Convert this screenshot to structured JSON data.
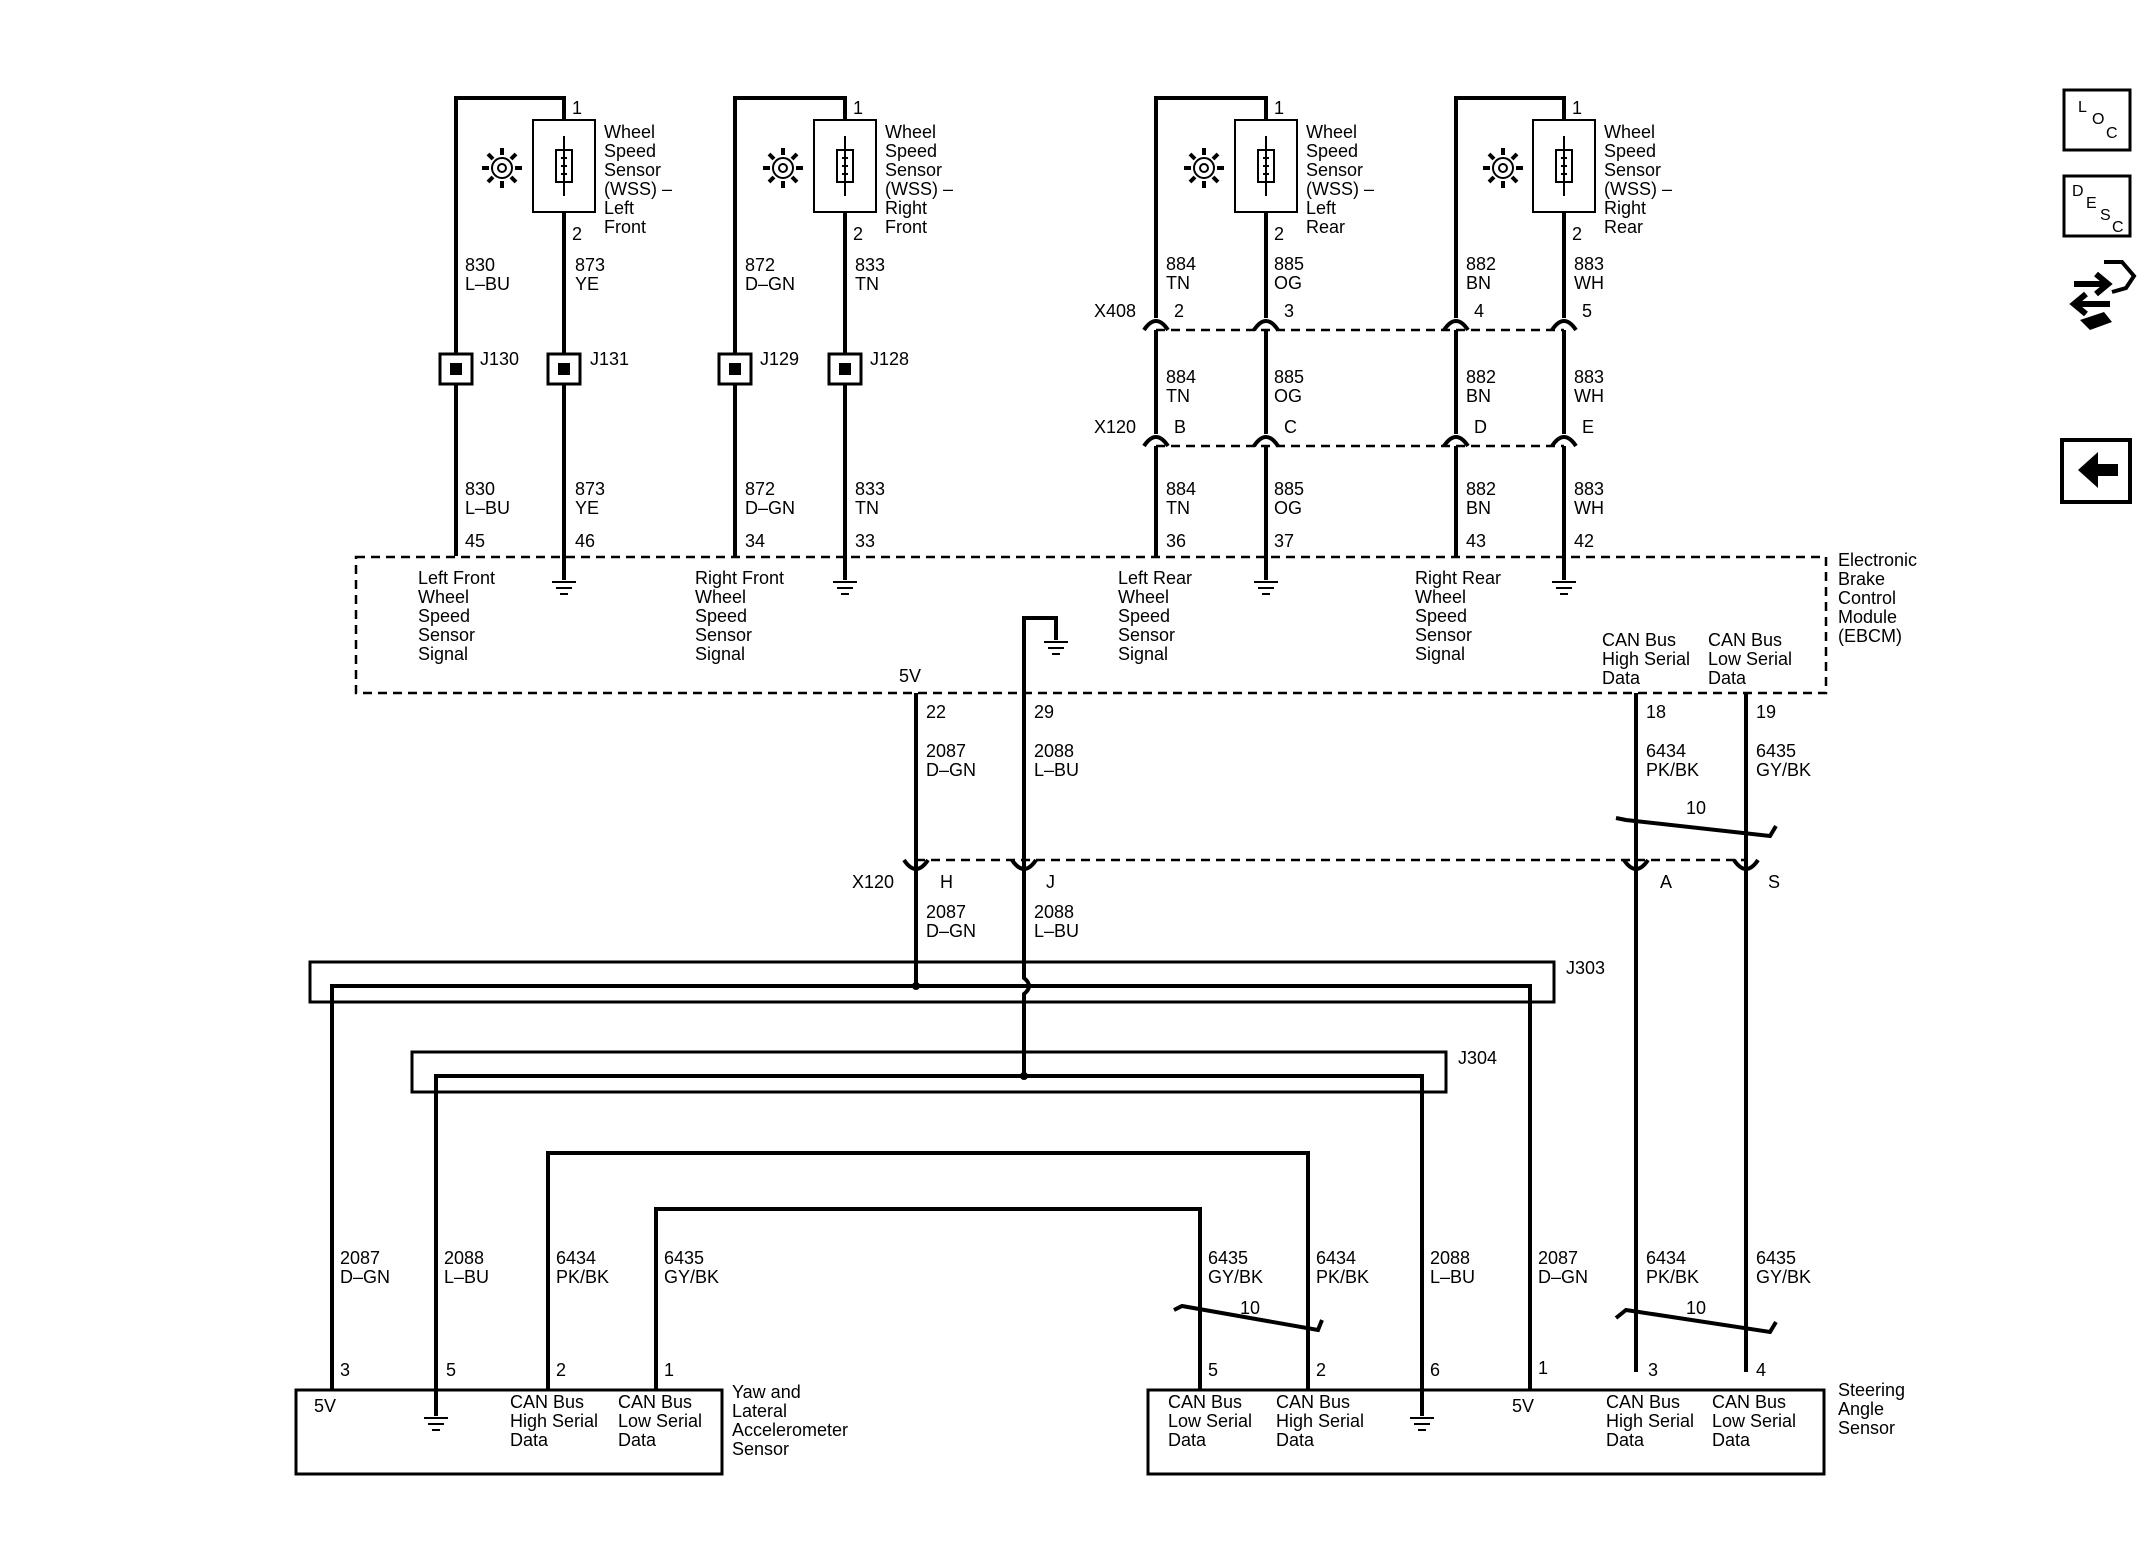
{
  "sensors": [
    {
      "name": "Wheel Speed Sensor (WSS) – Left Front",
      "lines": [
        "Wheel",
        "Speed",
        "Sensor",
        "(WSS) –",
        "Left",
        "Front"
      ],
      "pin_top": "1",
      "pin_bot": "2"
    },
    {
      "name": "Wheel Speed Sensor (WSS) – Right Front",
      "lines": [
        "Wheel",
        "Speed",
        "Sensor",
        "(WSS) –",
        "Right",
        "Front"
      ],
      "pin_top": "1",
      "pin_bot": "2"
    },
    {
      "name": "Wheel Speed Sensor (WSS) – Left Rear",
      "lines": [
        "Wheel",
        "Speed",
        "Sensor",
        "(WSS) –",
        "Left",
        "Rear"
      ],
      "pin_top": "1",
      "pin_bot": "2"
    },
    {
      "name": "Wheel Speed Sensor (WSS) – Right Rear",
      "lines": [
        "Wheel",
        "Speed",
        "Sensor",
        "(WSS) –",
        "Right",
        "Rear"
      ],
      "pin_top": "1",
      "pin_bot": "2"
    }
  ],
  "wheel_wires": [
    {
      "upper_circuit": "830",
      "upper_color": "L–BU",
      "splice": "J130",
      "lower_circuit": "830",
      "lower_color": "L–BU",
      "ebcm_pin": "45"
    },
    {
      "upper_circuit": "873",
      "upper_color": "YE",
      "splice": "J131",
      "lower_circuit": "873",
      "lower_color": "YE",
      "ebcm_pin": "46"
    },
    {
      "upper_circuit": "872",
      "upper_color": "D–GN",
      "splice": "J129",
      "lower_circuit": "872",
      "lower_color": "D–GN",
      "ebcm_pin": "34"
    },
    {
      "upper_circuit": "833",
      "upper_color": "TN",
      "splice": "J128",
      "lower_circuit": "833",
      "lower_color": "TN",
      "ebcm_pin": "33"
    }
  ],
  "rear_wires": [
    {
      "circuit": "884",
      "color": "TN",
      "x408_pin": "2",
      "x120_pin": "B",
      "ebcm_pin": "36"
    },
    {
      "circuit": "885",
      "color": "OG",
      "x408_pin": "3",
      "x120_pin": "C",
      "ebcm_pin": "37"
    },
    {
      "circuit": "882",
      "color": "BN",
      "x408_pin": "4",
      "x120_pin": "D",
      "ebcm_pin": "43"
    },
    {
      "circuit": "883",
      "color": "WH",
      "x408_pin": "5",
      "x120_pin": "E",
      "ebcm_pin": "42"
    }
  ],
  "connectors": {
    "x408": "X408",
    "x120": "X120"
  },
  "ebcm": {
    "title_lines": [
      "Electronic",
      "Brake",
      "Control",
      "Module",
      "(EBCM)"
    ],
    "lf_lines": [
      "Left Front",
      "Wheel",
      "Speed",
      "Sensor",
      "Signal"
    ],
    "rf_lines": [
      "Right Front",
      "Wheel",
      "Speed",
      "Sensor",
      "Signal"
    ],
    "lr_lines": [
      "Left Rear",
      "Wheel",
      "Speed",
      "Sensor",
      "Signal"
    ],
    "rr_lines": [
      "Right Rear",
      "Wheel",
      "Speed",
      "Sensor",
      "Signal"
    ],
    "can_hi_lines": [
      "CAN Bus",
      "High Serial",
      "Data"
    ],
    "can_lo_lines": [
      "CAN Bus",
      "Low Serial",
      "Data"
    ],
    "v5": "5V"
  },
  "mid_wires": [
    {
      "circuit": "2087",
      "color": "D–GN",
      "ebcm_pin": "22",
      "x120_pin": "H"
    },
    {
      "circuit": "2088",
      "color": "L–BU",
      "ebcm_pin": "29",
      "x120_pin": "J"
    },
    {
      "circuit": "6434",
      "color": "PK/BK",
      "ebcm_pin": "18",
      "x120_pin": "A"
    },
    {
      "circuit": "6435",
      "color": "GY/BK",
      "ebcm_pin": "19",
      "x120_pin": "S"
    }
  ],
  "twist_label": "10",
  "splices": {
    "j303": "J303",
    "j304": "J304"
  },
  "yaw_sensor": {
    "title_lines": [
      "Yaw and",
      "Lateral",
      "Accelerometer",
      "Sensor"
    ],
    "v5": "5V",
    "can_hi_lines": [
      "CAN Bus",
      "High Serial",
      "Data"
    ],
    "can_lo_lines": [
      "CAN Bus",
      "Low Serial",
      "Data"
    ],
    "pins": [
      "3",
      "5",
      "2",
      "1"
    ],
    "wires": [
      {
        "circuit": "2087",
        "color": "D–GN"
      },
      {
        "circuit": "2088",
        "color": "L–BU"
      },
      {
        "circuit": "6434",
        "color": "PK/BK"
      },
      {
        "circuit": "6435",
        "color": "GY/BK"
      }
    ]
  },
  "steering_sensor": {
    "title_lines": [
      "Steering",
      "Angle",
      "Sensor"
    ],
    "v5": "5V",
    "can_lo_lines": [
      "CAN Bus",
      "Low Serial",
      "Data"
    ],
    "can_hi_lines": [
      "CAN Bus",
      "High Serial",
      "Data"
    ],
    "can_hi2_lines": [
      "CAN Bus",
      "High Serial",
      "Data"
    ],
    "can_lo2_lines": [
      "CAN Bus",
      "Low Serial",
      "Data"
    ],
    "pins": [
      "5",
      "2",
      "6",
      "1",
      "3",
      "4"
    ],
    "wires": [
      {
        "circuit": "6435",
        "color": "GY/BK"
      },
      {
        "circuit": "6434",
        "color": "PK/BK"
      },
      {
        "circuit": "2088",
        "color": "L–BU"
      },
      {
        "circuit": "2087",
        "color": "D–GN"
      },
      {
        "circuit": "6434",
        "color": "PK/BK"
      },
      {
        "circuit": "6435",
        "color": "GY/BK"
      }
    ]
  },
  "nav": {
    "loc": {
      "l1": "L",
      "l2": "O",
      "l3": "C"
    },
    "desc": {
      "l1": "D",
      "l2": "E",
      "l3": "S",
      "l4": "C"
    },
    "icons": [
      "location-icon",
      "description-icon",
      "connector-tool-icon",
      "back-arrow-icon"
    ]
  }
}
